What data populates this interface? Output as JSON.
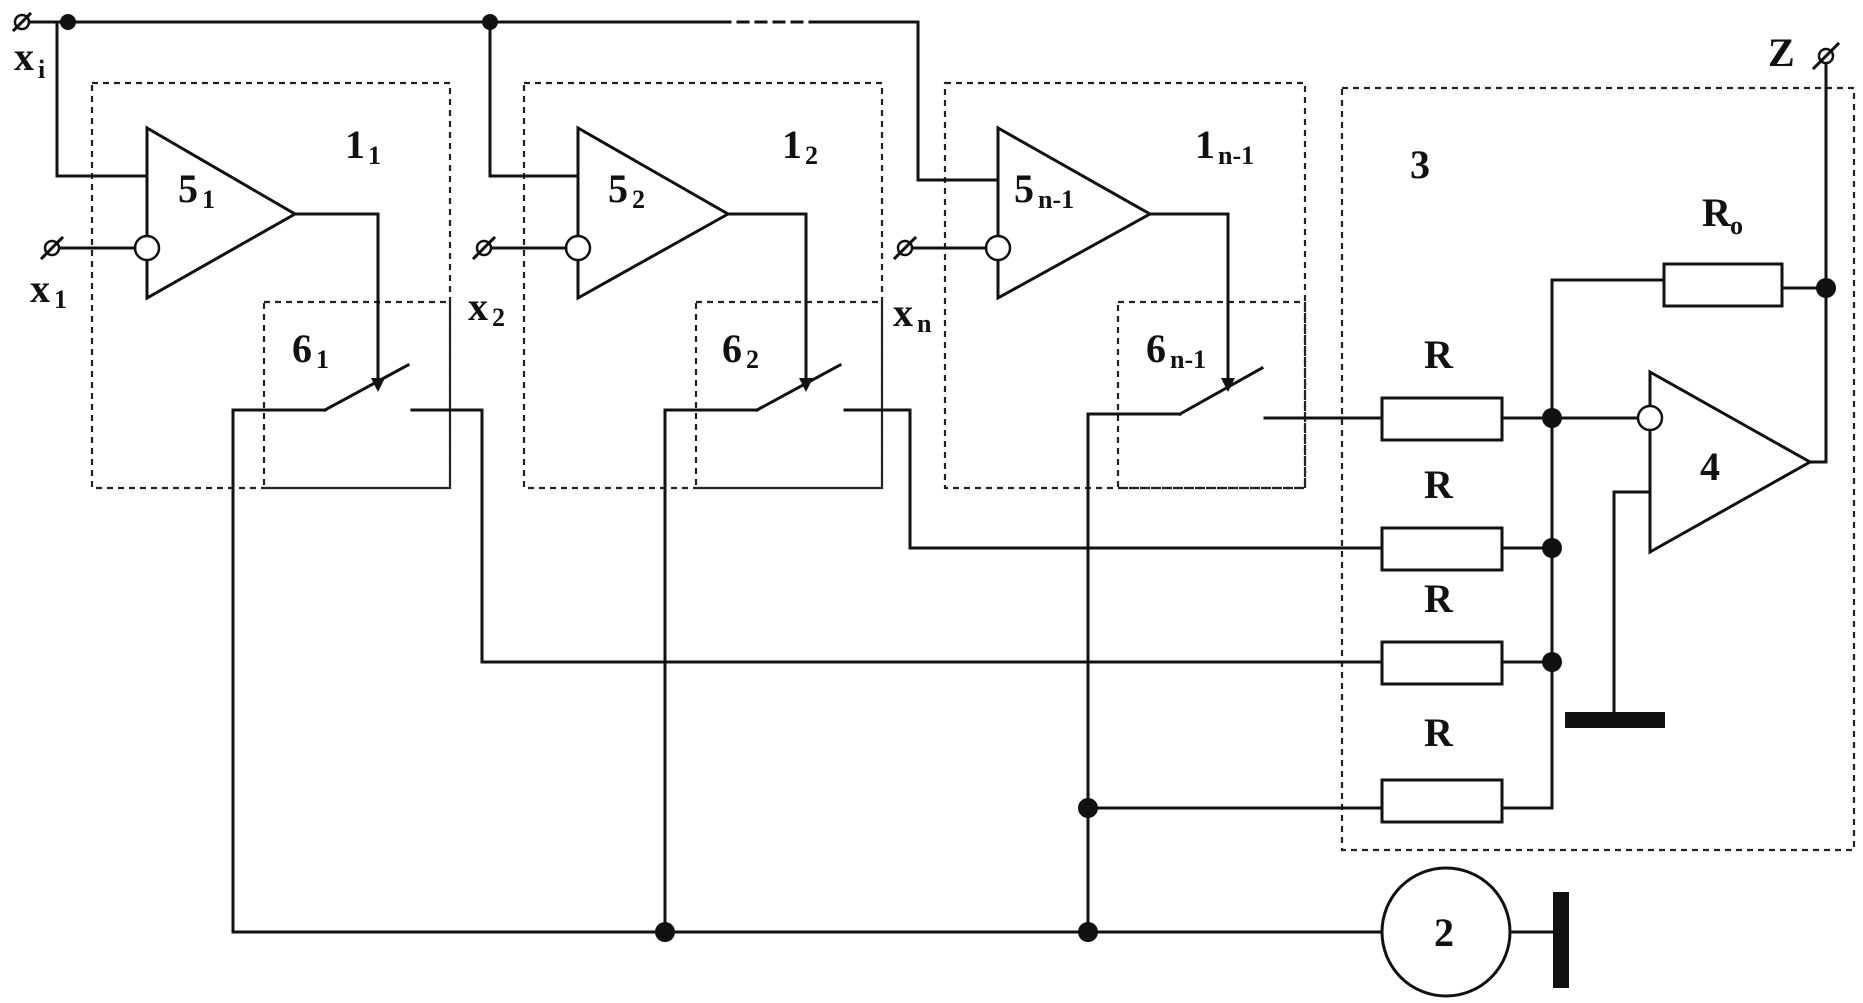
{
  "labels": {
    "xi_main": "x",
    "xi_main_sub": "i",
    "x1": "x",
    "x1_sub": "1",
    "x2": "x",
    "x2_sub": "2",
    "xn": "x",
    "xn_sub": "n",
    "block1": "1",
    "block1_sub": "1",
    "block2": "1",
    "block2_sub": "2",
    "blockn": "1",
    "blockn_sub": "n-1",
    "block3": "3",
    "comp1": "5",
    "comp1_sub": "1",
    "comp2": "5",
    "comp2_sub": "2",
    "compn": "5",
    "compn_sub": "n-1",
    "sw1": "6",
    "sw1_sub": "1",
    "sw2": "6",
    "sw2_sub": "2",
    "swn": "6",
    "swn_sub": "n-1",
    "opamp": "4",
    "source": "2",
    "output": "Z",
    "r_feedback": "R",
    "r_feedback_sub": "o",
    "resistors": [
      "R",
      "R",
      "R",
      "R"
    ]
  }
}
